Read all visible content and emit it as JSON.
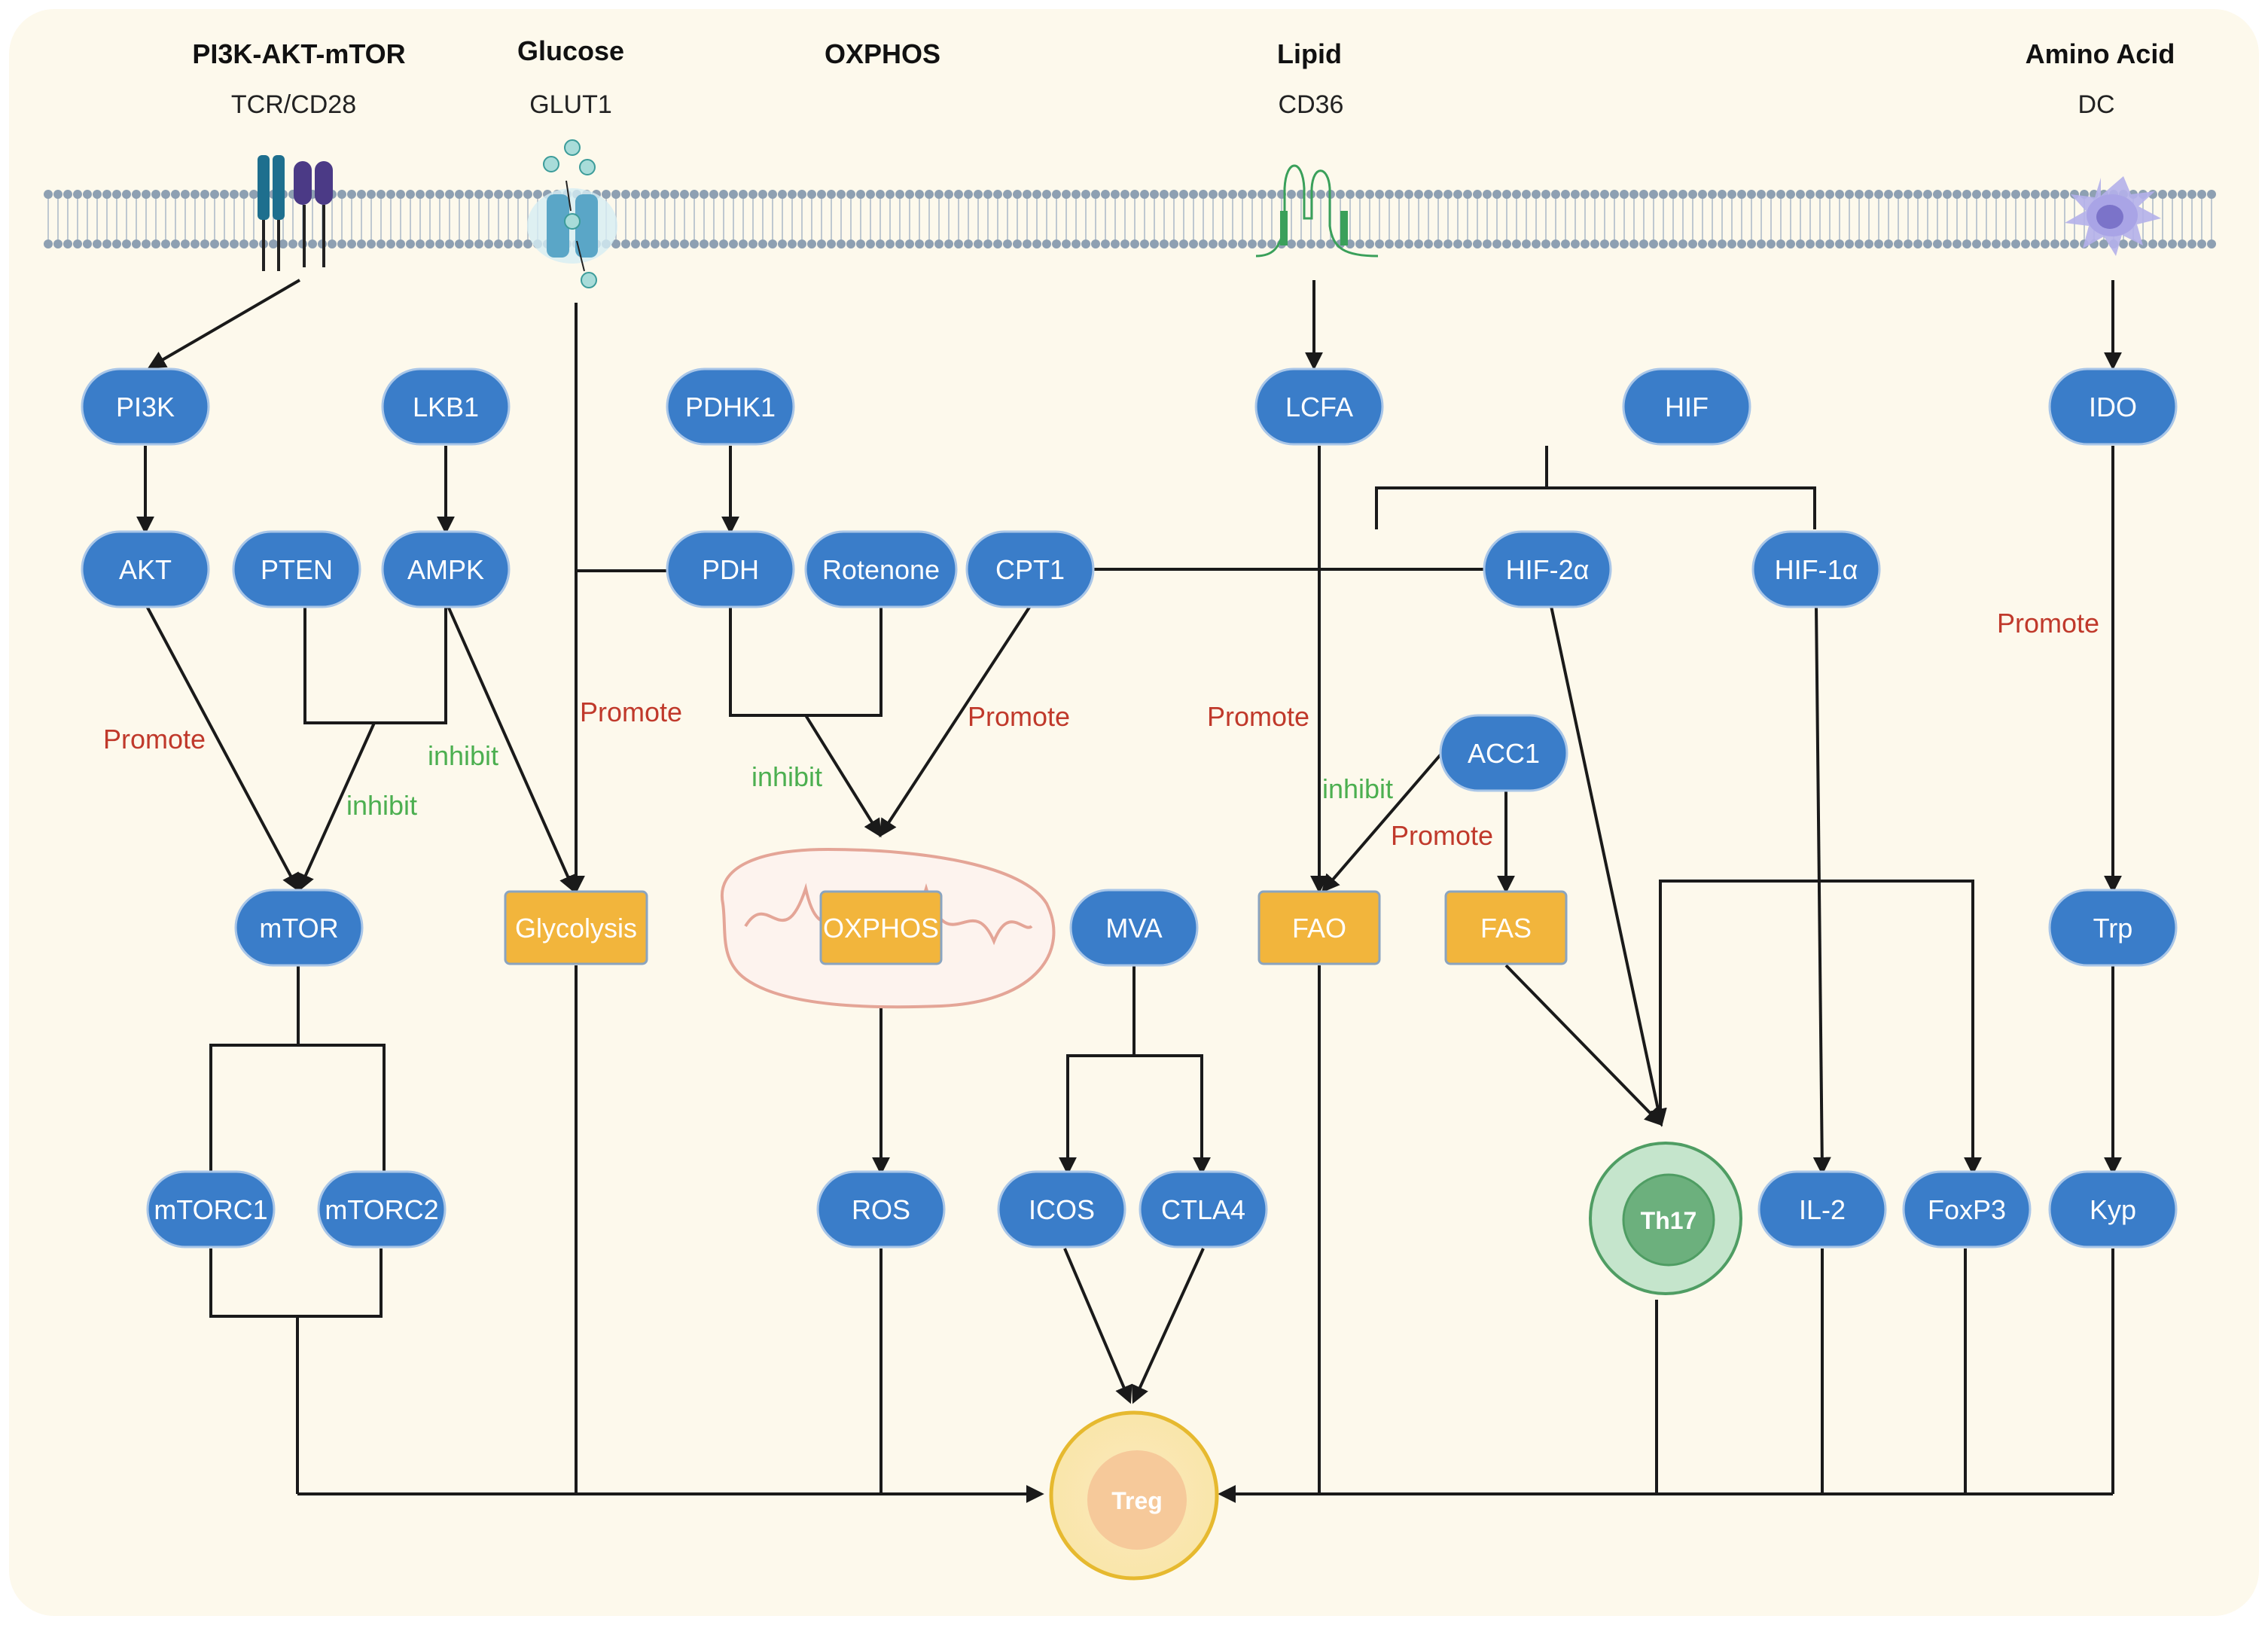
{
  "headers": [
    {
      "key": "pi3k_akt_mtor",
      "title": "PI3K-AKT-mTOR",
      "subtitle": "TCR/CD28"
    },
    {
      "key": "glucose",
      "title": "Glucose",
      "subtitle": "GLUT1"
    },
    {
      "key": "oxphos",
      "title": "OXPHOS",
      "subtitle": ""
    },
    {
      "key": "lipid",
      "title": "Lipid",
      "subtitle": "CD36"
    },
    {
      "key": "amino_acid",
      "title": "Amino Acid",
      "subtitle": "DC"
    }
  ],
  "nodes": {
    "pi3k": "PI3K",
    "lkb1": "LKB1",
    "pdhk1": "PDHK1",
    "lcfa": "LCFA",
    "hif": "HIF",
    "ido": "IDO",
    "akt": "AKT",
    "pten": "PTEN",
    "ampk": "AMPK",
    "pdh": "PDH",
    "rotenone": "Rotenone",
    "cpt1": "CPT1",
    "hif2a": "HIF-2α",
    "hif1a": "HIF-1α",
    "acc1": "ACC1",
    "mtor": "mTOR",
    "mva": "MVA",
    "trp": "Trp",
    "mtorc1": "mTORC1",
    "mtorc2": "mTORC2",
    "ros": "ROS",
    "icos": "ICOS",
    "ctla4": "CTLA4",
    "il2": "IL-2",
    "foxp3": "FoxP3",
    "kyp": "Kyp"
  },
  "processes": {
    "glycolysis": "Glycolysis",
    "oxphos": "OXPHOS",
    "fao": "FAO",
    "fas": "FAS"
  },
  "cells": {
    "th17": "Th17",
    "treg": "Treg"
  },
  "edge_labels": {
    "promote_akt": "Promote",
    "inhibit_pten_ampk": "inhibit",
    "inhibit_ampk_glyc": "inhibit",
    "promote_glut1": "Promote",
    "inhibit_pdh": "inhibit",
    "promote_cpt1": "Promote",
    "promote_lcfa": "Promote",
    "inhibit_acc1": "inhibit",
    "promote_acc1": "Promote",
    "promote_ido": "Promote"
  },
  "colors": {
    "node_fill": "#3a7dc9",
    "process_fill": "#f2b53c",
    "promote": "#c0392b",
    "inhibit": "#4caf50",
    "background": "#fdf9ec",
    "treg": "#f7e3a6",
    "th17": "#8fc79e"
  }
}
